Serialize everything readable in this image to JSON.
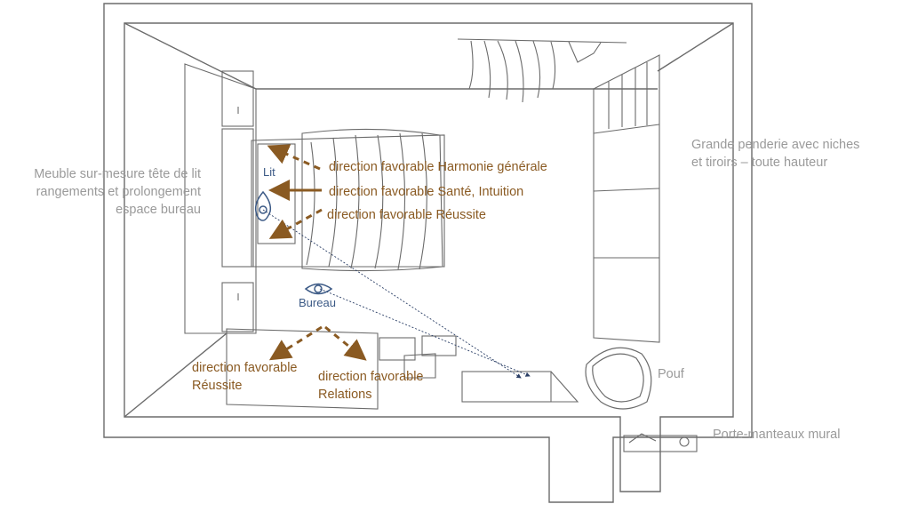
{
  "labels": {
    "headboard_note": [
      "Meuble sur-mesure tête de lit",
      "rangements et prolongement",
      "espace bureau"
    ],
    "wardrobe_note": [
      "Grande penderie avec niches",
      "et tiroirs – toute hauteur"
    ],
    "pouf": "Pouf",
    "coat_rack": "Porte-manteaux mural",
    "bed": "Lit",
    "desk": "Bureau"
  },
  "directions": {
    "bed_harmony": "direction favorable Harmonie générale",
    "bed_health": "direction favorable Santé, Intuition",
    "bed_success": "direction favorable Réussite",
    "desk_success": [
      "direction favorable",
      "Réussite"
    ],
    "desk_relations": [
      "direction favorable",
      "Relations"
    ]
  },
  "colors": {
    "line": "#6b6b6b",
    "note": "#9a9a9a",
    "arrow": "#8a5a22",
    "eye": "#3c5a86"
  },
  "icons": [
    "eye-icon",
    "arrow-icon"
  ]
}
